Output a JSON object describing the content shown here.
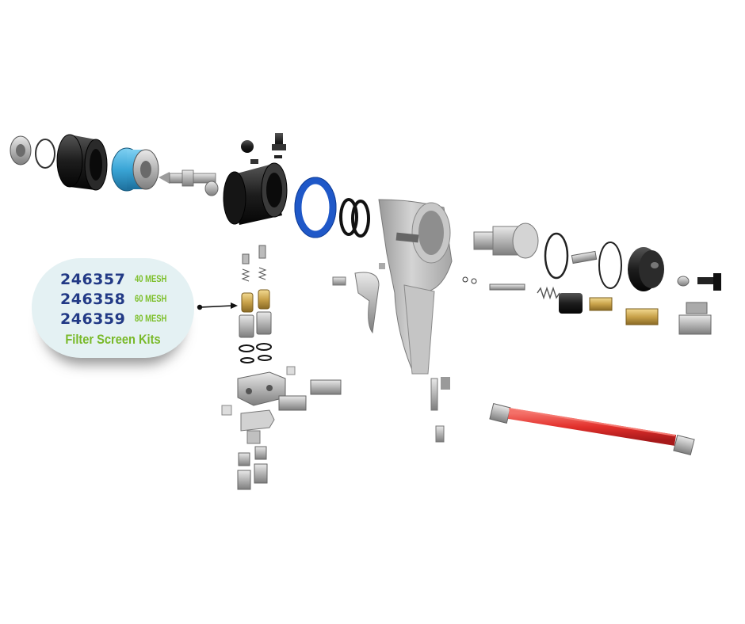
{
  "callout": {
    "kits": [
      {
        "part_number": "246357",
        "mesh": "40 MESH"
      },
      {
        "part_number": "246358",
        "mesh": "60 MESH"
      },
      {
        "part_number": "246359",
        "mesh": "80 MESH"
      }
    ],
    "title": "Filter Screen Kits"
  },
  "colors": {
    "part_number": "#223a86",
    "mesh_label": "#7cbf2a",
    "callout_bg": "#e4f1f3",
    "retaining_ring": "#1f58c8",
    "fluid_housing": "#41a9d8",
    "hose": "#e2302c",
    "brass": "#c9a24a",
    "gun_body": "#b9b9b9"
  }
}
